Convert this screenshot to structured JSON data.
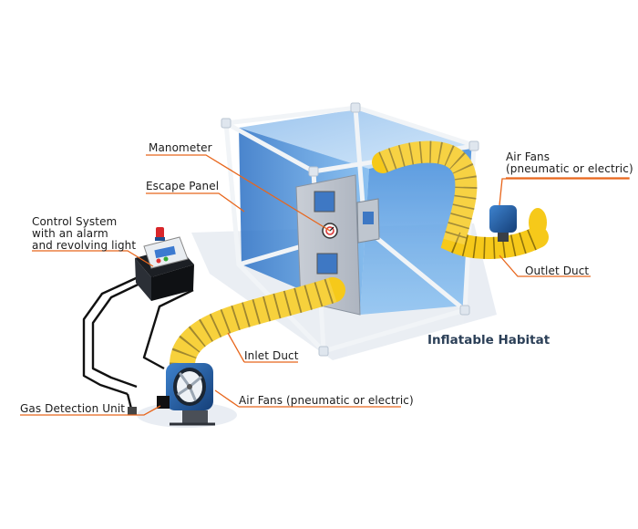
{
  "labels": {
    "manometer": "Manometer",
    "escape_panel": "Escape Panel",
    "control_system_1": "Control System",
    "control_system_2": "with an alarm",
    "control_system_3": "and revolving light",
    "air_fans_top_1": "Air Fans",
    "air_fans_top_2": "(pneumatic or electric)",
    "outlet_duct": "Outlet Duct",
    "inflatable_habitat": "Inflatable Habitat",
    "inlet_duct": "Inlet Duct",
    "air_fans_bottom": "Air Fans (pneumatic or electric)",
    "gas_detection_unit": "Gas Detection Unit"
  },
  "colors": {
    "leader_line": "#e8661c",
    "habitat_blue": "#3f8ee0",
    "frame": "#f2f5f8",
    "duct_yellow": "#f6c91a",
    "fan_blue": "#1f5fa8",
    "cable": "#111111",
    "title": "#2b3f57"
  }
}
